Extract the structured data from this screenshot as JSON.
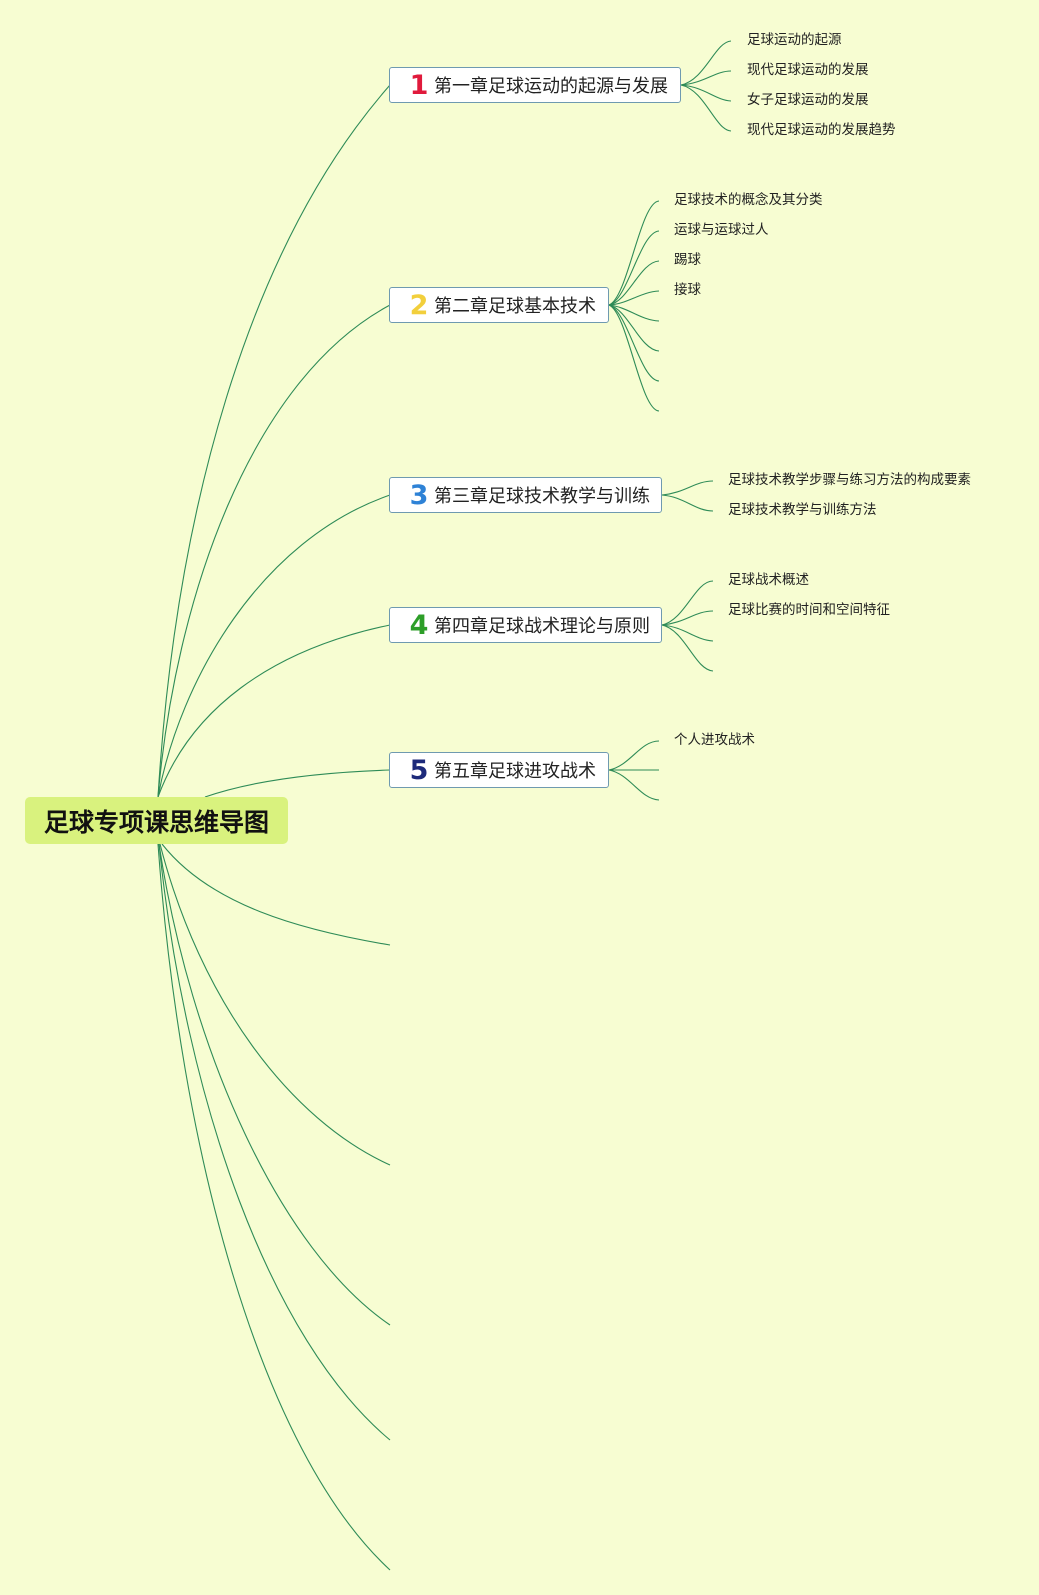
{
  "root": {
    "title": "足球专项课思维导图"
  },
  "chapters": [
    {
      "number": "1",
      "number_color": "#e01a3c",
      "title": "第一章足球运动的起源与发展",
      "topics": [
        "足球运动的起源",
        "现代足球运动的发展",
        "女子足球运动的发展",
        "现代足球运动的发展趋势"
      ]
    },
    {
      "number": "2",
      "number_color": "#f2cf3c",
      "title": "第二章足球基本技术",
      "topics": [
        "足球技术的概念及其分类",
        "运球与运球过人",
        "踢球",
        "接球"
      ]
    },
    {
      "number": "3",
      "number_color": "#2e82d6",
      "title": "第三章足球技术教学与训练",
      "topics": [
        "足球技术教学步骤与练习方法的构成要素",
        "足球技术教学与训练方法"
      ]
    },
    {
      "number": "4",
      "number_color": "#2d9e28",
      "title": "第四章足球战术理论与原则",
      "topics": [
        "足球战术概述",
        "足球比赛的时间和空间特征"
      ]
    },
    {
      "number": "5",
      "number_color": "#1d2a7a",
      "title": "第五章足球进攻战术",
      "topics": [
        "个人进攻战术"
      ]
    }
  ],
  "colors": {
    "background": "#f7fdd2",
    "root_fill": "#d9f27e",
    "line": "#2e8b57",
    "box_border": "#6f9ab0"
  }
}
